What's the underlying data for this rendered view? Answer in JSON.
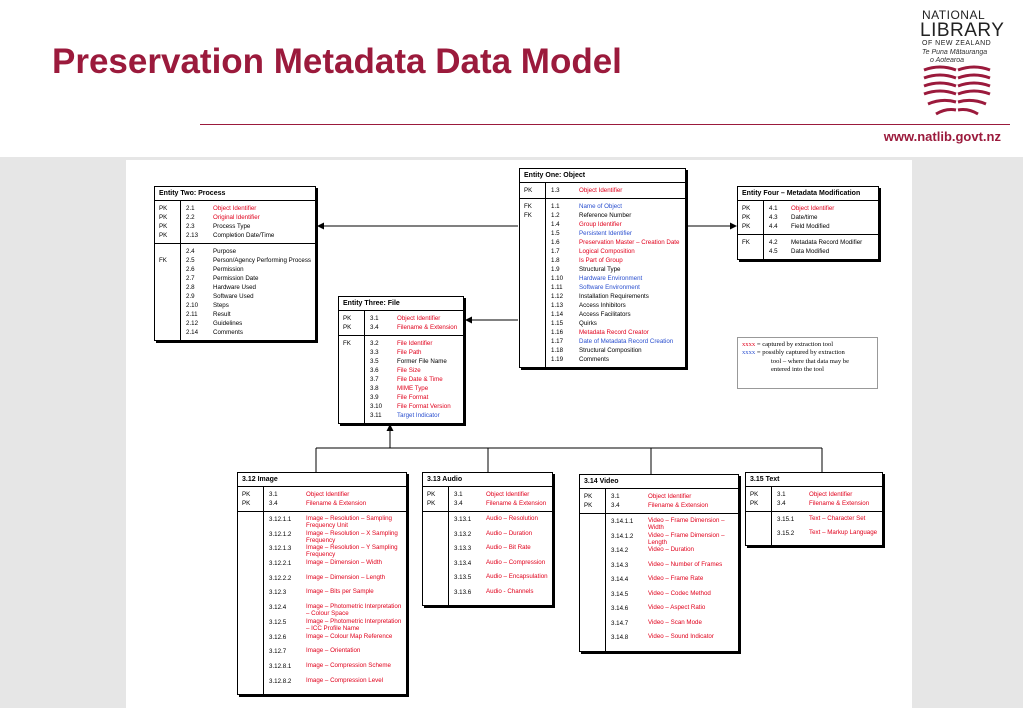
{
  "header": {
    "title": "Preservation Metadata Data Model",
    "url": "www.natlib.govt.nz",
    "logo": {
      "line1": "NATIONAL",
      "line2": "LIBRARY",
      "line3": "OF NEW ZEALAND",
      "line4": "Te Puna Mātauranga",
      "line5": "o Aotearoa"
    }
  },
  "colors": {
    "brand": "#9b1a3c",
    "captured": "#e0001b",
    "possibly_captured": "#2a4fcf"
  },
  "entities": {
    "object": {
      "title": "Entity One: Object",
      "sections": [
        {
          "rows": [
            {
              "key": "PK",
              "num": "1.3",
              "name": "Object Identifier",
              "c": "red"
            }
          ]
        },
        {
          "rows": [
            {
              "key": "FK",
              "num": "1.1",
              "name": "Name of Object",
              "c": "blue"
            },
            {
              "key": "FK",
              "num": "1.2",
              "name": "Reference Number",
              "c": "blk"
            },
            {
              "key": "",
              "num": "1.4",
              "name": "Group Identifier",
              "c": "red"
            },
            {
              "key": "",
              "num": "1.5",
              "name": "Persistent Identifier",
              "c": "blue"
            },
            {
              "key": "",
              "num": "1.6",
              "name": "Preservation Master – Creation Date",
              "c": "red"
            },
            {
              "key": "",
              "num": "1.7",
              "name": "Logical Composition",
              "c": "red"
            },
            {
              "key": "",
              "num": "1.8",
              "name": "Is Part of Group",
              "c": "red"
            },
            {
              "key": "",
              "num": "1.9",
              "name": "Structural Type",
              "c": "blk"
            },
            {
              "key": "",
              "num": "1.10",
              "name": "Hardware Environment",
              "c": "blue"
            },
            {
              "key": "",
              "num": "1.11",
              "name": "Software Environment",
              "c": "blue"
            },
            {
              "key": "",
              "num": "1.12",
              "name": "Installation Requirements",
              "c": "blk"
            },
            {
              "key": "",
              "num": "1.13",
              "name": "Access Inhibitors",
              "c": "blk"
            },
            {
              "key": "",
              "num": "1.14",
              "name": "Access Facilitators",
              "c": "blk"
            },
            {
              "key": "",
              "num": "1.15",
              "name": "Quirks",
              "c": "blk"
            },
            {
              "key": "",
              "num": "1.16",
              "name": "Metadata Record Creator",
              "c": "red"
            },
            {
              "key": "",
              "num": "1.17",
              "name": "Date of Metadata Record Creation",
              "c": "blue"
            },
            {
              "key": "",
              "num": "1.18",
              "name": "Structural Composition",
              "c": "blk"
            },
            {
              "key": "",
              "num": "1.19",
              "name": "Comments",
              "c": "blk"
            }
          ]
        }
      ]
    },
    "process": {
      "title": "Entity Two: Process",
      "sections": [
        {
          "rows": [
            {
              "key": "PK",
              "num": "2.1",
              "name": "Object Identifier",
              "c": "red"
            },
            {
              "key": "PK",
              "num": "2.2",
              "name": "Original Identifier",
              "c": "red"
            },
            {
              "key": "PK",
              "num": "2.3",
              "name": "Process Type",
              "c": "blk"
            },
            {
              "key": "PK",
              "num": "2.13",
              "name": "Completion Date/Time",
              "c": "blk"
            }
          ]
        },
        {
          "rows": [
            {
              "key": "",
              "num": "2.4",
              "name": "Purpose",
              "c": "blk"
            },
            {
              "key": "FK",
              "num": "2.5",
              "name": "Person/Agency Performing Process",
              "c": "blk"
            },
            {
              "key": "",
              "num": "2.6",
              "name": "Permission",
              "c": "blk"
            },
            {
              "key": "",
              "num": "2.7",
              "name": "Permission Date",
              "c": "blk"
            },
            {
              "key": "",
              "num": "2.8",
              "name": "Hardware Used",
              "c": "blk"
            },
            {
              "key": "",
              "num": "2.9",
              "name": "Software Used",
              "c": "blk"
            },
            {
              "key": "",
              "num": "2.10",
              "name": "Steps",
              "c": "blk"
            },
            {
              "key": "",
              "num": "2.11",
              "name": "Result",
              "c": "blk"
            },
            {
              "key": "",
              "num": "2.12",
              "name": "Guidelines",
              "c": "blk"
            },
            {
              "key": "",
              "num": "2.14",
              "name": "Comments",
              "c": "blk"
            }
          ]
        }
      ]
    },
    "file": {
      "title": "Entity Three:  File",
      "sections": [
        {
          "rows": [
            {
              "key": "PK",
              "num": "3.1",
              "name": "Object Identifier",
              "c": "red"
            },
            {
              "key": "PK",
              "num": "3.4",
              "name": "Filename & Extension",
              "c": "red"
            }
          ]
        },
        {
          "rows": [
            {
              "key": "FK",
              "num": "3.2",
              "name": "File Identifier",
              "c": "red"
            },
            {
              "key": "",
              "num": "3.3",
              "name": "File Path",
              "c": "red"
            },
            {
              "key": "",
              "num": "3.5",
              "name": "Former File Name",
              "c": "blk"
            },
            {
              "key": "",
              "num": "3.6",
              "name": "File Size",
              "c": "red"
            },
            {
              "key": "",
              "num": "3.7",
              "name": "File Date & Time",
              "c": "red"
            },
            {
              "key": "",
              "num": "3.8",
              "name": "MIME Type",
              "c": "red"
            },
            {
              "key": "",
              "num": "3.9",
              "name": "File Format",
              "c": "red"
            },
            {
              "key": "",
              "num": "3.10",
              "name": "File Format Version",
              "c": "red"
            },
            {
              "key": "",
              "num": "3.11",
              "name": "Target Indicator",
              "c": "blue"
            }
          ]
        }
      ]
    },
    "modification": {
      "title": "Entity Four – Metadata Modification",
      "sections": [
        {
          "rows": [
            {
              "key": "PK",
              "num": "4.1",
              "name": "Object Identifier",
              "c": "red"
            },
            {
              "key": "PK",
              "num": "4.3",
              "name": "Date/time",
              "c": "blk"
            },
            {
              "key": "PK",
              "num": "4.4",
              "name": "Field Modified",
              "c": "blk"
            }
          ]
        },
        {
          "rows": [
            {
              "key": "FK",
              "num": "4.2",
              "name": "Metadata Record Modifier",
              "c": "blk"
            },
            {
              "key": "",
              "num": "4.5",
              "name": "Data Modified",
              "c": "blk"
            }
          ]
        }
      ]
    },
    "image": {
      "title": "3.12 Image",
      "sections": [
        {
          "rows": [
            {
              "key": "PK",
              "num": "3.1",
              "name": "Object Identifier",
              "c": "red"
            },
            {
              "key": "PK",
              "num": "3.4",
              "name": "Filename & Extension",
              "c": "red"
            }
          ]
        },
        {
          "rows": [
            {
              "key": "",
              "num": "3.12.1.1",
              "name": "Image – Resolution – Sampling Frequency Unit",
              "c": "red"
            },
            {
              "key": "",
              "num": "3.12.1.2",
              "name": "Image – Resolution – X Sampling Frequency",
              "c": "red"
            },
            {
              "key": "",
              "num": "3.12.1.3",
              "name": "Image – Resolution – Y Sampling Frequency",
              "c": "red"
            },
            {
              "key": "",
              "num": "3.12.2.1",
              "name": "Image – Dimension – Width",
              "c": "red"
            },
            {
              "key": "",
              "num": "3.12.2.2",
              "name": "Image – Dimension – Length",
              "c": "red"
            },
            {
              "key": "",
              "num": "3.12.3",
              "name": "Image – Bits per Sample",
              "c": "red"
            },
            {
              "key": "",
              "num": "3.12.4",
              "name": "Image – Photometric Interpretation – Colour Space",
              "c": "red"
            },
            {
              "key": "",
              "num": "3.12.5",
              "name": "Image – Photometric Interpretation – ICC Profile Name",
              "c": "red"
            },
            {
              "key": "",
              "num": "3.12.6",
              "name": "Image – Colour Map Reference",
              "c": "red"
            },
            {
              "key": "",
              "num": "3.12.7",
              "name": "Image – Orientation",
              "c": "red"
            },
            {
              "key": "",
              "num": "3.12.8.1",
              "name": "Image – Compression Scheme",
              "c": "red"
            },
            {
              "key": "",
              "num": "3.12.8.2",
              "name": "Image – Compression Level",
              "c": "red"
            }
          ]
        }
      ]
    },
    "audio": {
      "title": "3.13 Audio",
      "sections": [
        {
          "rows": [
            {
              "key": "PK",
              "num": "3.1",
              "name": "Object Identifier",
              "c": "red"
            },
            {
              "key": "PK",
              "num": "3.4",
              "name": "Filename & Extension",
              "c": "red"
            }
          ]
        },
        {
          "rows": [
            {
              "key": "",
              "num": "3.13.1",
              "name": "Audio – Resolution",
              "c": "red"
            },
            {
              "key": "",
              "num": "3.13.2",
              "name": "Audio – Duration",
              "c": "red"
            },
            {
              "key": "",
              "num": "3.13.3",
              "name": "Audio – Bit Rate",
              "c": "red"
            },
            {
              "key": "",
              "num": "3.13.4",
              "name": "Audio – Compression",
              "c": "red"
            },
            {
              "key": "",
              "num": "3.13.5",
              "name": "Audio – Encapsulation",
              "c": "red"
            },
            {
              "key": "",
              "num": "3.13.6",
              "name": "Audio - Channels",
              "c": "red"
            }
          ]
        }
      ]
    },
    "video": {
      "title": "3.14 Video",
      "sections": [
        {
          "rows": [
            {
              "key": "PK",
              "num": "3.1",
              "name": "Object Identifier",
              "c": "red"
            },
            {
              "key": "PK",
              "num": "3.4",
              "name": "Filename & Extension",
              "c": "red"
            }
          ]
        },
        {
          "rows": [
            {
              "key": "",
              "num": "3.14.1.1",
              "name": "Video – Frame Dimension – Width",
              "c": "red"
            },
            {
              "key": "",
              "num": "3.14.1.2",
              "name": "Video – Frame Dimension – Length",
              "c": "red"
            },
            {
              "key": "",
              "num": "3.14.2",
              "name": "Video – Duration",
              "c": "red"
            },
            {
              "key": "",
              "num": "3.14.3",
              "name": "Video – Number of Frames",
              "c": "red"
            },
            {
              "key": "",
              "num": "3.14.4",
              "name": "Video – Frame Rate",
              "c": "red"
            },
            {
              "key": "",
              "num": "3.14.5",
              "name": "Video – Codec Method",
              "c": "red"
            },
            {
              "key": "",
              "num": "3.14.6",
              "name": "Video – Aspect Ratio",
              "c": "red"
            },
            {
              "key": "",
              "num": "3.14.7",
              "name": "Video – Scan Mode",
              "c": "red"
            },
            {
              "key": "",
              "num": "3.14.8",
              "name": "Video – Sound Indicator",
              "c": "red"
            }
          ]
        }
      ]
    },
    "text": {
      "title": "3.15 Text",
      "sections": [
        {
          "rows": [
            {
              "key": "PK",
              "num": "3.1",
              "name": "Object Identifier",
              "c": "red"
            },
            {
              "key": "PK",
              "num": "3.4",
              "name": "Filename & Extension",
              "c": "red"
            }
          ]
        },
        {
          "rows": [
            {
              "key": "",
              "num": "3.15.1",
              "name": "Text – Character Set",
              "c": "red"
            },
            {
              "key": "",
              "num": "3.15.2",
              "name": "Text – Markup Language",
              "c": "red"
            }
          ]
        }
      ]
    }
  },
  "legend": {
    "line1_marker": "xxxx",
    "line1_text": " = captured by extraction tool",
    "line2_marker": "xxxx",
    "line2_text": " = possibly captured by extraction",
    "line3": "tool – where that data may be",
    "line4": "entered into the tool"
  }
}
